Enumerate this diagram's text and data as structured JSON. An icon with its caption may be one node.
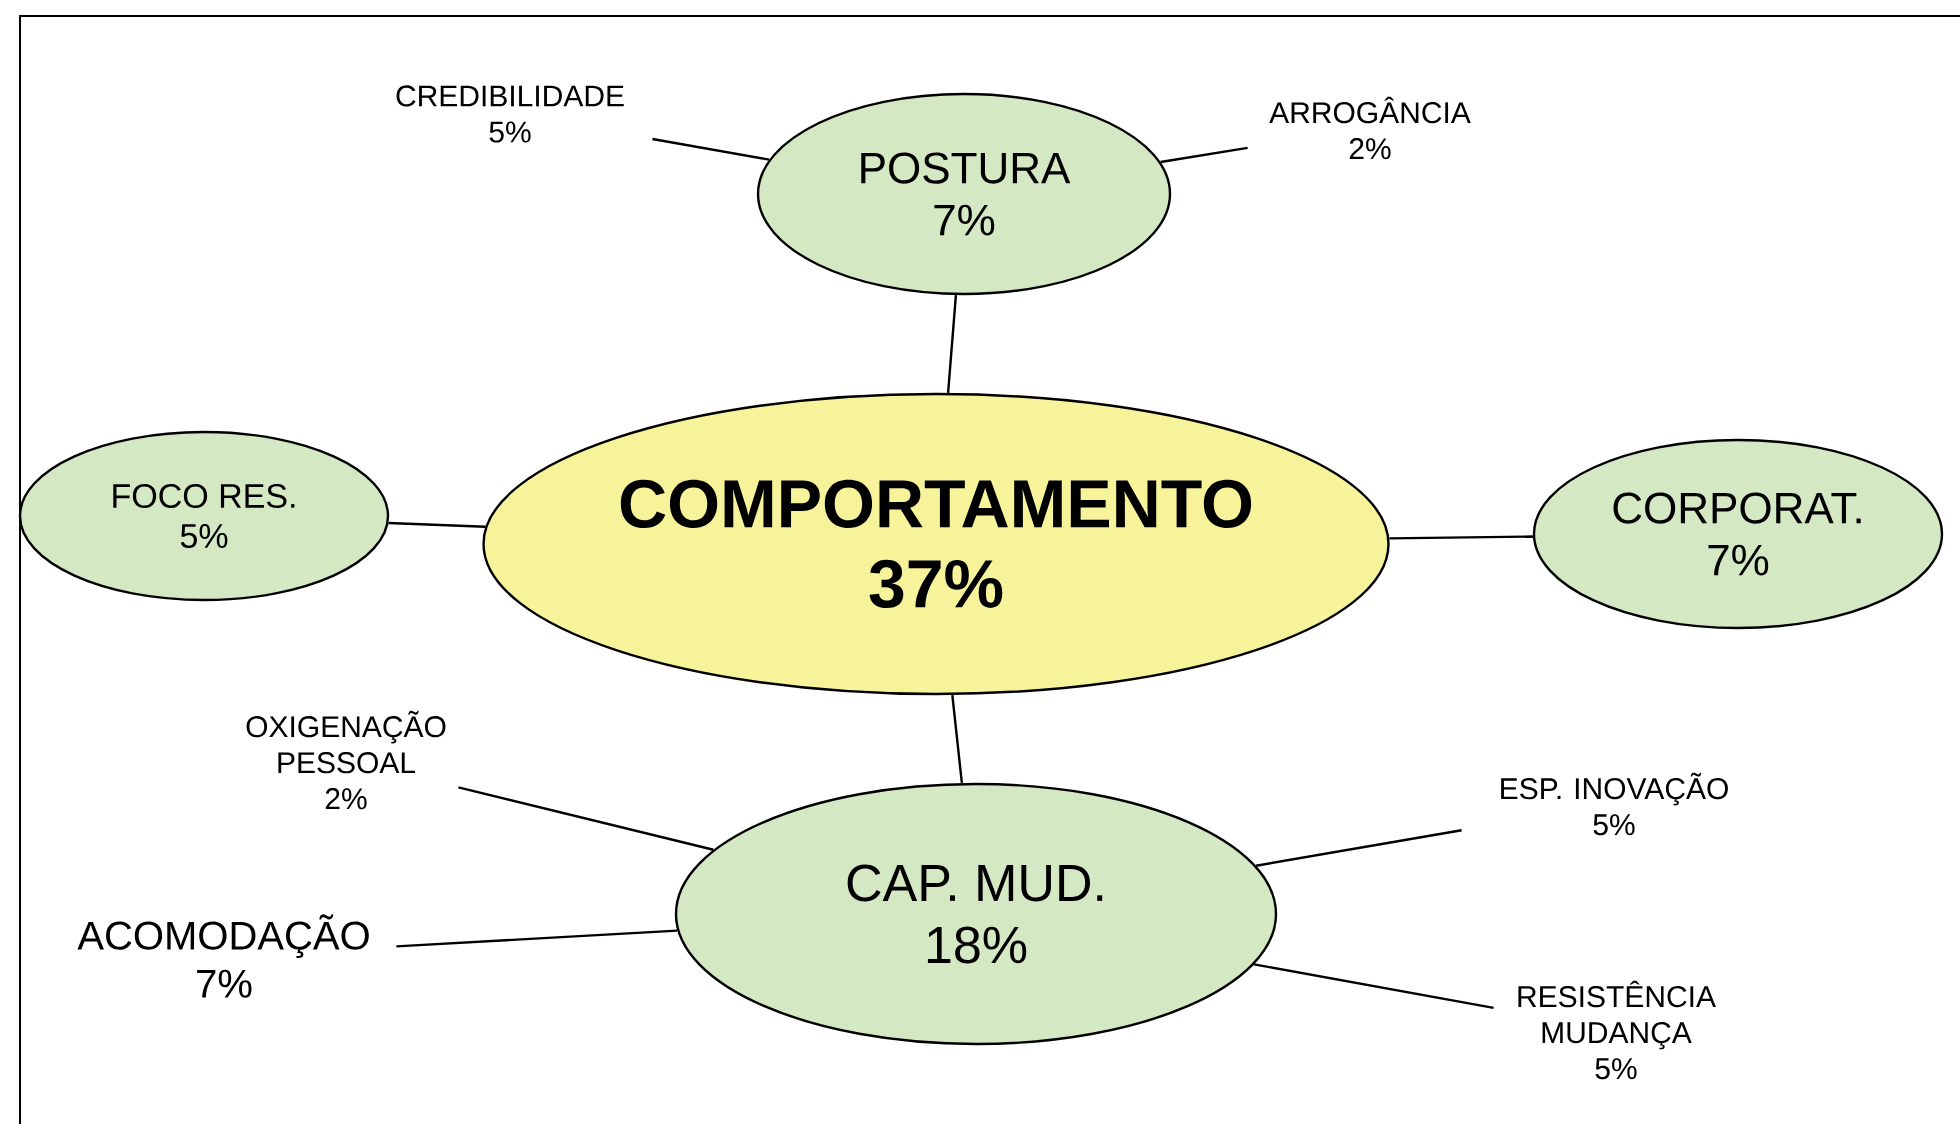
{
  "diagram": {
    "nodes": [
      {
        "text": [
          "COMPORTAMENTO",
          "37%"
        ]
      },
      {
        "text": [
          "POSTURA",
          "7%"
        ]
      },
      {
        "text": [
          "FOCO RES.",
          "5%"
        ]
      },
      {
        "text": [
          "CORPORAT.",
          "7%"
        ]
      },
      {
        "text": [
          "CAP. MUD.",
          "18%"
        ]
      },
      {
        "text": [
          "CREDIBILIDADE",
          "5%"
        ]
      },
      {
        "text": [
          "ARROGÂNCIA",
          "2%"
        ]
      },
      {
        "text": [
          "OXIGENAÇÃO PESSOAL",
          "2%"
        ]
      },
      {
        "text": [
          "ACOMODAÇÃO",
          "7%"
        ]
      },
      {
        "text": [
          "ESP. INOVAÇÃO",
          "5%"
        ]
      },
      {
        "text": [
          "RESISTÊNCIA MUDANÇA",
          "5%"
        ]
      }
    ],
    "edges": [
      {
        "from": 1,
        "to": 0,
        "arrow": "none"
      },
      {
        "from": 2,
        "to": 0,
        "arrow": "none"
      },
      {
        "from": 0,
        "to": 3,
        "arrow": "none"
      },
      {
        "from": 0,
        "to": 4,
        "arrow": "none"
      },
      {
        "from": 5,
        "to": 1,
        "arrow": "none"
      },
      {
        "from": 6,
        "to": 1,
        "arrow": "none"
      },
      {
        "from": 7,
        "to": 4,
        "arrow": "none"
      },
      {
        "from": 8,
        "to": 4,
        "arrow": "none"
      },
      {
        "from": 9,
        "to": 4,
        "arrow": "none"
      },
      {
        "from": 10,
        "to": 4,
        "arrow": "none"
      }
    ]
  }
}
